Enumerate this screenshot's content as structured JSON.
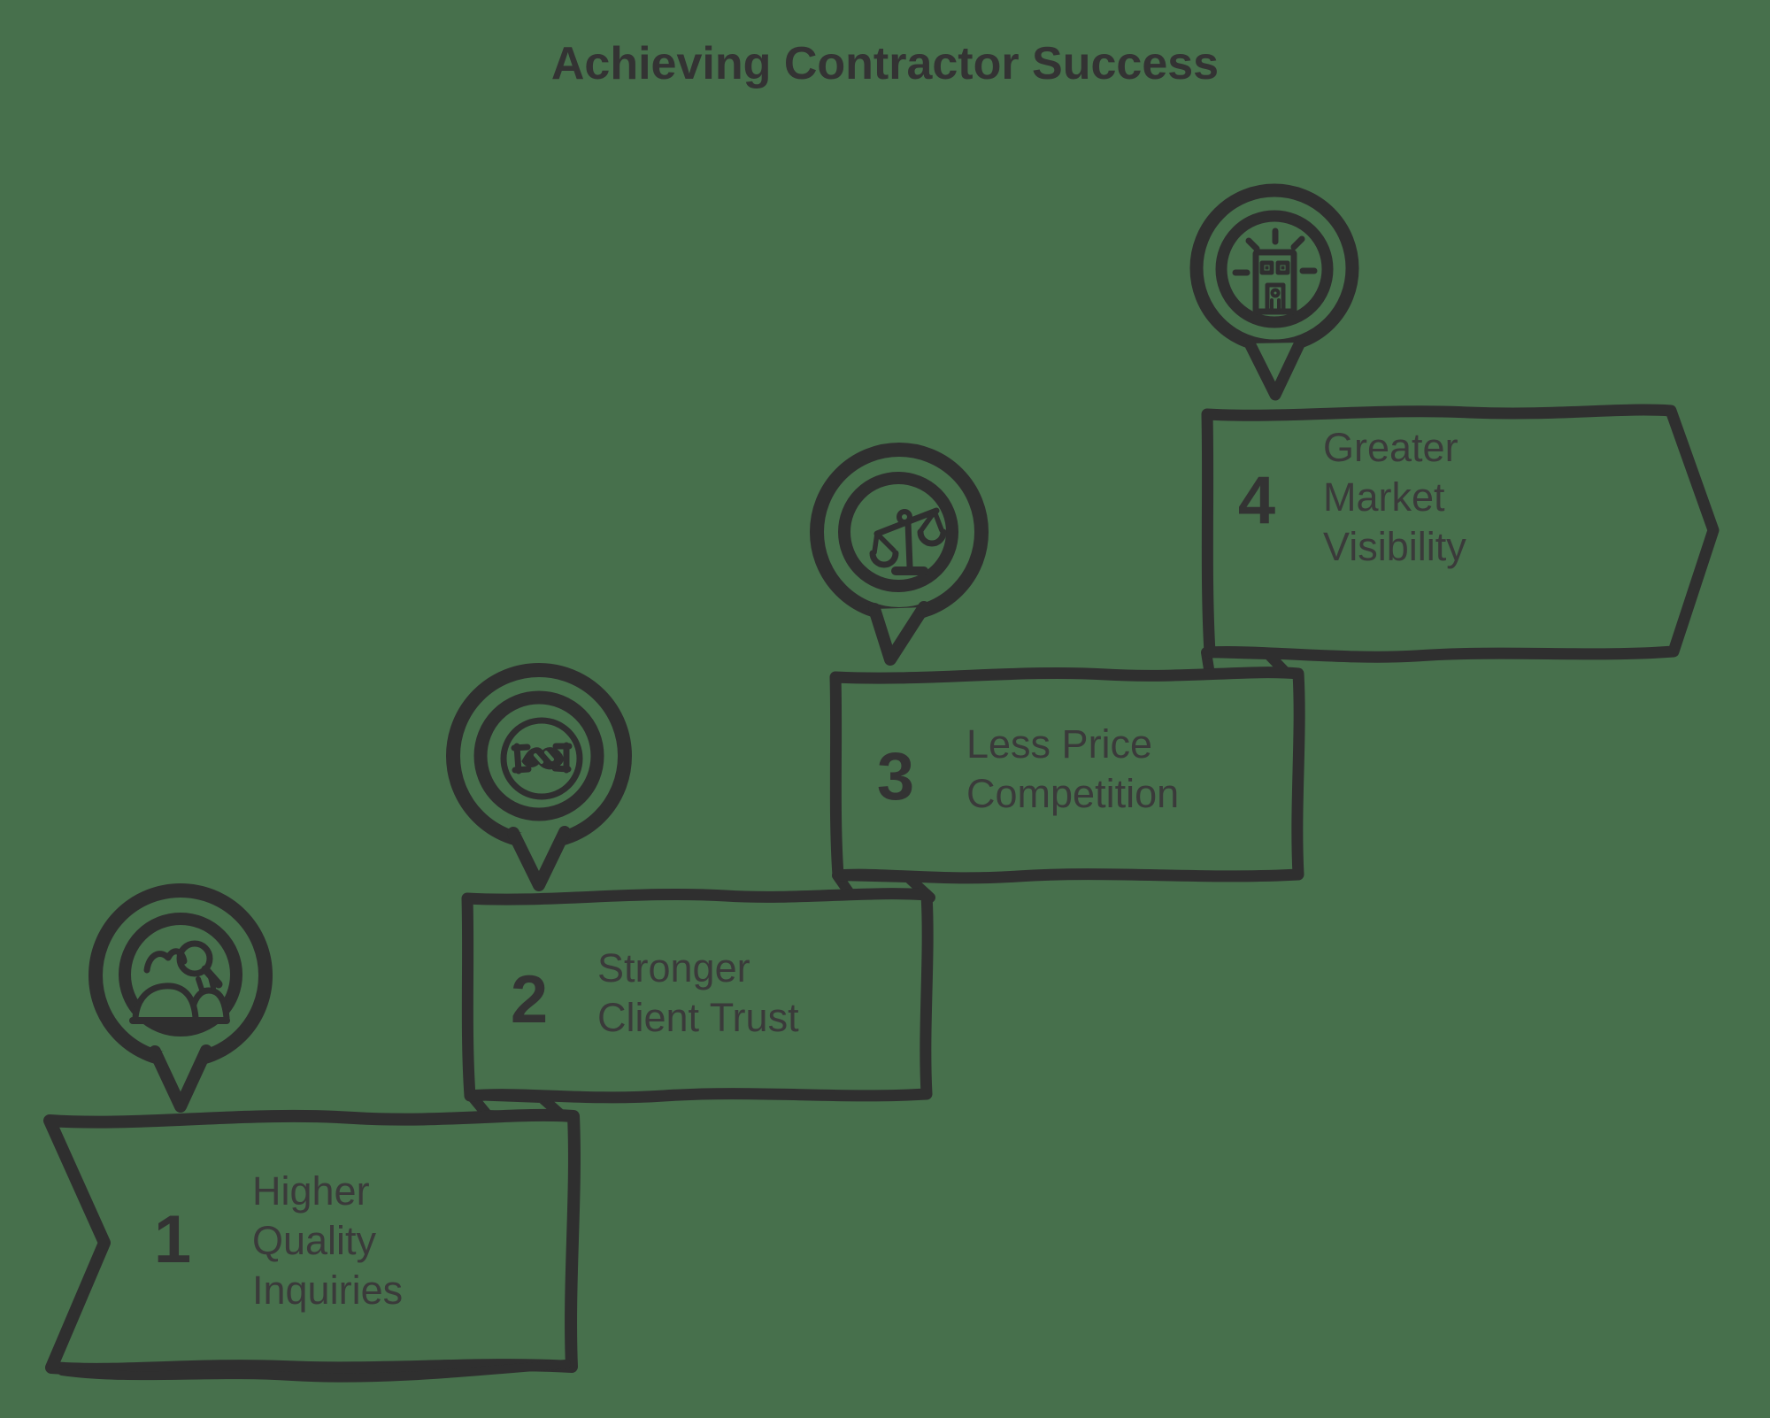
{
  "title": "Achieving Contractor Success",
  "colors": {
    "background": "#47704c",
    "ink": "#2f2f2f",
    "text": "#3a3a3a"
  },
  "steps": [
    {
      "number": "1",
      "label": "Higher Quality Inquiries",
      "lines": [
        "Higher",
        "Quality",
        "Inquiries"
      ],
      "icon": "people-search-icon"
    },
    {
      "number": "2",
      "label": "Stronger Client Trust",
      "lines": [
        "Stronger",
        "Client Trust"
      ],
      "icon": "handshake-icon"
    },
    {
      "number": "3",
      "label": "Less Price Competition",
      "lines": [
        "Less Price",
        "Competition"
      ],
      "icon": "scales-icon"
    },
    {
      "number": "4",
      "label": "Greater Market Visibility",
      "lines": [
        "Greater",
        "Market",
        "Visibility"
      ],
      "icon": "building-visibility-icon"
    }
  ]
}
